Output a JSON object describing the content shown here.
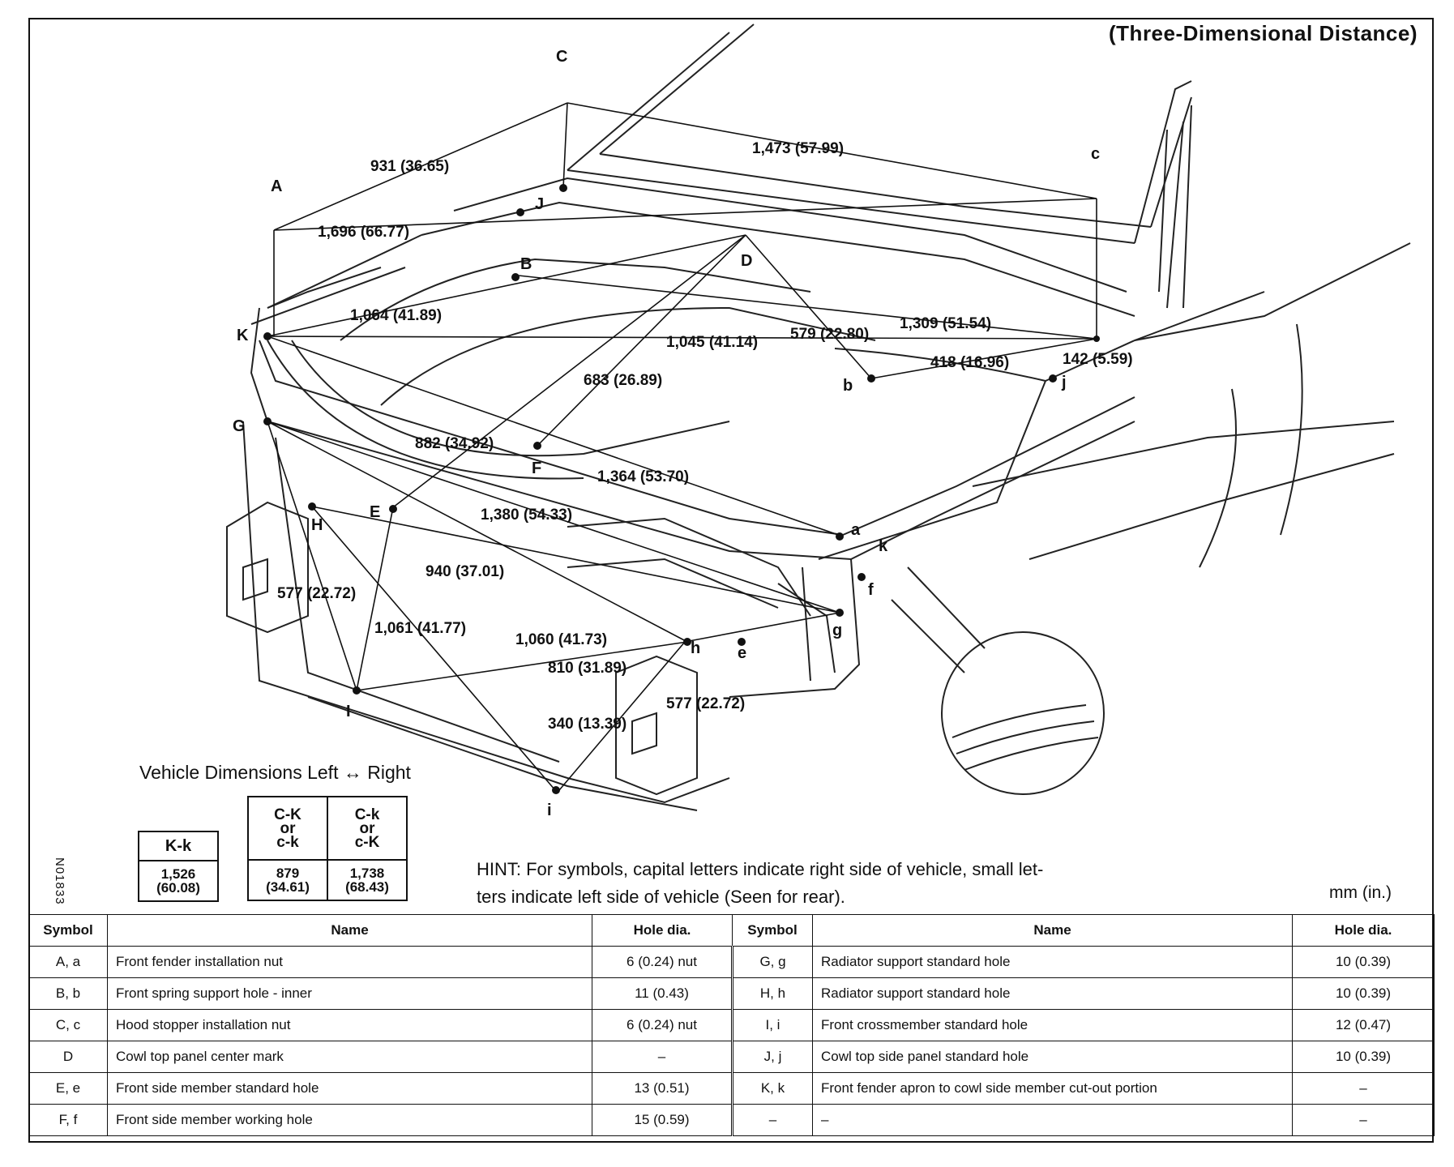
{
  "title": "(Three-Dimensional Distance)",
  "points": {
    "A": "A",
    "C": "C",
    "c": "c",
    "J": "J",
    "B": "B",
    "D": "D",
    "K": "K",
    "G": "G",
    "H": "H",
    "E": "E",
    "F": "F",
    "b": "b",
    "j": "j",
    "a": "a",
    "k": "k",
    "f": "f",
    "g": "g",
    "h": "h",
    "e": "e",
    "I": "I",
    "i": "i"
  },
  "measurements": [
    "931 (36.65)",
    "1,473 (57.99)",
    "1,696 (66.77)",
    "1,064 (41.89)",
    "1,045 (41.14)",
    "579 (22.80)",
    "1,309 (51.54)",
    "418 (16.96)",
    "142 (5.59)",
    "683 (26.89)",
    "882 (34.92)",
    "1,364 (53.70)",
    "1,380 (54.33)",
    "940 (37.01)",
    "577 (22.72)",
    "1,061 (41.77)",
    "1,060 (41.73)",
    "810 (31.89)",
    "577 (22.72)",
    "340 (13.39)"
  ],
  "vehicle_dimensions": {
    "title": "Vehicle Dimensions Left ↔ Right",
    "kk_header": "K-k",
    "kk_value": "1,526",
    "kk_value_in": "(60.08)",
    "ck_header": [
      "C-K",
      "or",
      "c-k"
    ],
    "ck_value": "879",
    "ck_value_in": "(34.61)",
    "ck2_header": [
      "C-k",
      "or",
      "c-K"
    ],
    "ck2_value": "1,738",
    "ck2_value_in": "(68.43)"
  },
  "figure_code": "N01833",
  "hint_line1": "HINT:   For symbols, capital letters indicate right side of vehicle, small let-",
  "hint_line2": "ters indicate left side of vehicle (Seen for rear).",
  "units": "mm (in.)",
  "legend": {
    "headers": {
      "symbol": "Symbol",
      "name": "Name",
      "hole": "Hole dia."
    },
    "left": [
      {
        "symbol": "A, a",
        "name": "Front fender installation nut",
        "hole": "6 (0.24) nut"
      },
      {
        "symbol": "B, b",
        "name": "Front spring support hole - inner",
        "hole": "11 (0.43)"
      },
      {
        "symbol": "C, c",
        "name": "Hood stopper installation nut",
        "hole": "6 (0.24) nut"
      },
      {
        "symbol": "D",
        "name": "Cowl top panel center mark",
        "hole": "–"
      },
      {
        "symbol": "E, e",
        "name": "Front side member standard hole",
        "hole": "13 (0.51)"
      },
      {
        "symbol": "F, f",
        "name": "Front side member working hole",
        "hole": "15 (0.59)"
      }
    ],
    "right": [
      {
        "symbol": "G, g",
        "name": "Radiator support standard hole",
        "hole": "10 (0.39)"
      },
      {
        "symbol": "H, h",
        "name": "Radiator support standard hole",
        "hole": "10 (0.39)"
      },
      {
        "symbol": "I, i",
        "name": "Front crossmember standard hole",
        "hole": "12 (0.47)"
      },
      {
        "symbol": "J, j",
        "name": "Cowl top side panel standard hole",
        "hole": "10 (0.39)"
      },
      {
        "symbol": "K, k",
        "name": "Front fender apron to cowl side member cut-out portion",
        "hole": "–"
      },
      {
        "symbol": "–",
        "name": "–",
        "hole": "–"
      }
    ]
  }
}
